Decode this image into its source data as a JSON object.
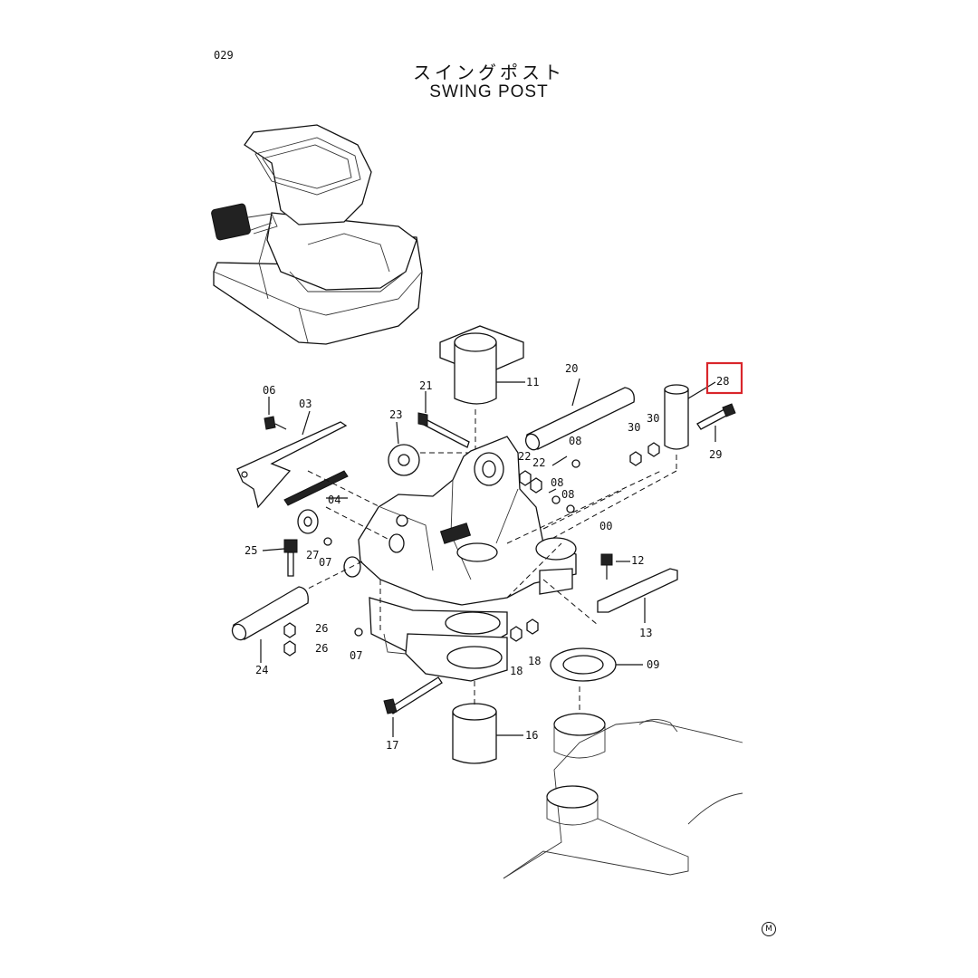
{
  "header": {
    "page_number": "029",
    "title_jp": "スイングポスト",
    "title_en": "SWING POST"
  },
  "footer": {
    "mark": "M"
  },
  "callouts": {
    "p00": "00",
    "p03": "03",
    "p04": "04",
    "p06": "06",
    "p07a": "07",
    "p07b": "07",
    "p08a": "08",
    "p08b": "08",
    "p08c": "08",
    "p09": "09",
    "p11": "11",
    "p12": "12",
    "p13": "13",
    "p16": "16",
    "p17": "17",
    "p18a": "18",
    "p18b": "18",
    "p20": "20",
    "p21": "21",
    "p22a": "22",
    "p22b": "22",
    "p23": "23",
    "p24": "24",
    "p25": "25",
    "p26a": "26",
    "p26b": "26",
    "p27": "27",
    "p28": "28",
    "p29": "29",
    "p30a": "30",
    "p30b": "30"
  },
  "highlight": {
    "part": "28",
    "color": "#d9262b"
  }
}
